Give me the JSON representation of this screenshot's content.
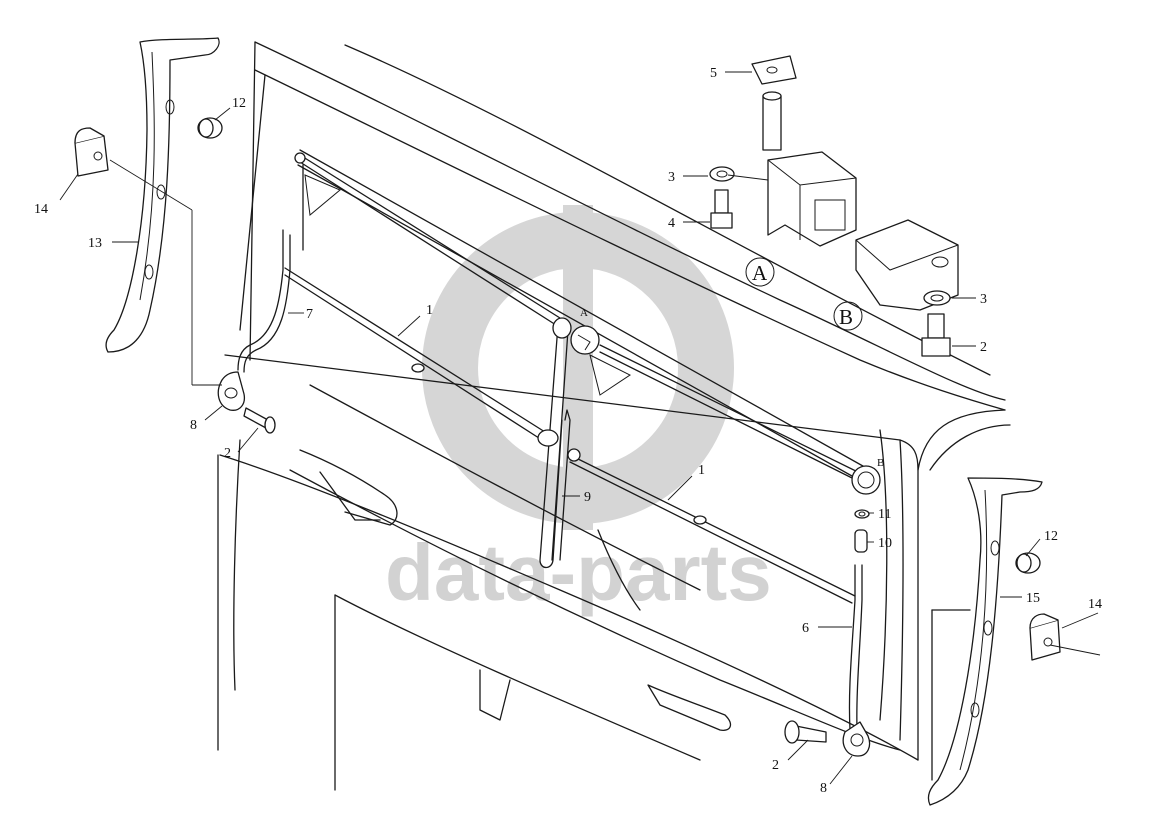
{
  "callouts": {
    "c1a": "1",
    "c1b": "1",
    "c2a": "2",
    "c2b": "2",
    "c2c": "2",
    "c3a": "3",
    "c3b": "3",
    "c4": "4",
    "c5": "5",
    "c6": "6",
    "c7": "7",
    "c8a": "8",
    "c8b": "8",
    "c9": "9",
    "c10": "10",
    "c11": "11",
    "c12a": "12",
    "c12b": "12",
    "c13": "13",
    "c14a": "14",
    "c14b": "14",
    "c15": "15"
  },
  "details": {
    "a_marker": "A",
    "b_marker": "B",
    "a_view": "A",
    "b_view": "B"
  },
  "watermark": {
    "text": "data-parts"
  }
}
